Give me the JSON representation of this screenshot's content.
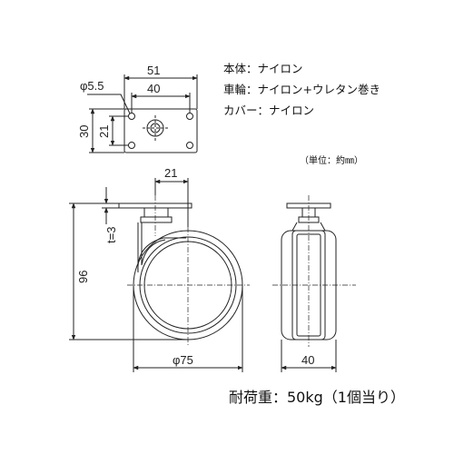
{
  "specs": [
    {
      "label": "本体",
      "sep": "：",
      "value": "ナイロン"
    },
    {
      "label": "車輪",
      "sep": "：",
      "value": "ナイロン+ウレタン巻き"
    },
    {
      "label": "カバー",
      "sep": "：",
      "value": "ナイロン"
    }
  ],
  "unit_note": "（単位：約㎜）",
  "load_note": "耐荷重：50kg（1個当り）",
  "dimensions": {
    "plate_width": "51",
    "hole_pitch_x": "40",
    "hole_dia": "φ5.5",
    "plate_depth": "30",
    "hole_pitch_y": "21",
    "offset": "21",
    "thickness": "t=3",
    "height": "96",
    "wheel_dia": "φ75",
    "wheel_width": "40"
  }
}
